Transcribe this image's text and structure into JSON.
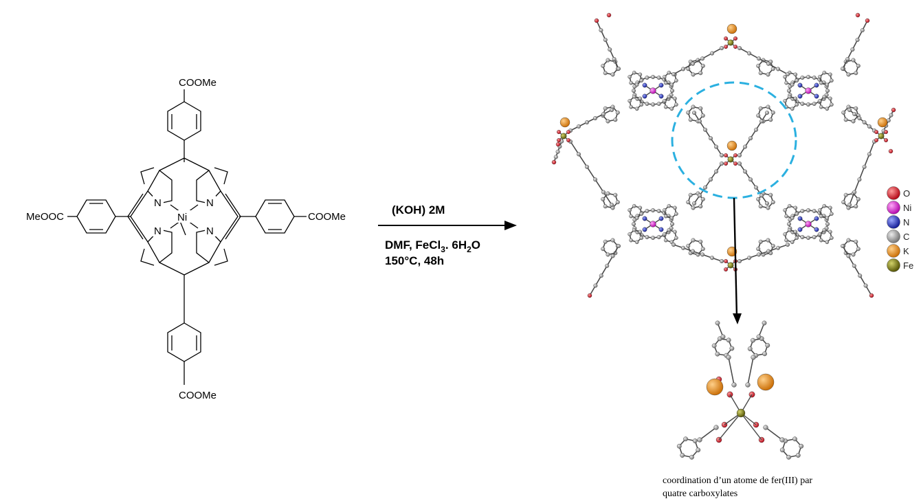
{
  "molecule": {
    "substituent_top": "COOMe",
    "substituent_right": "COOMe",
    "substituent_bottom": "COOMe",
    "substituent_left": "MeOOC",
    "metal": "Ni",
    "nitrogen": "N"
  },
  "reaction": {
    "condition_above": "(KOH) 2M",
    "solvent_reagent": "DMF, FeCl",
    "sub1": "3",
    "reagent_mid": ". 6H",
    "sub2": "2",
    "reagent_end": "O",
    "temperature_time": "150°C, 48h"
  },
  "legend": [
    {
      "label": "O",
      "color": "#d9131a"
    },
    {
      "label": "Ni",
      "color": "#e020d8"
    },
    {
      "label": "N",
      "color": "#1a28c8"
    },
    {
      "label": "C",
      "color": "#a8a8a8"
    },
    {
      "label": "K",
      "color": "#f08a10"
    },
    {
      "label": "Fe",
      "color": "#7a7a10"
    }
  ],
  "caption": {
    "line1": "coordination d’un atome de fer(III) par",
    "line2": "quatre carboxylates"
  },
  "colors": {
    "circle": "#2bb0e0"
  }
}
